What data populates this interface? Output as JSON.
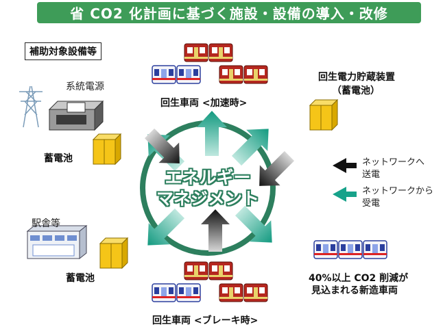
{
  "title": "省 CO2 化計画に基づく施設・設備の導入・改修",
  "box_label": "補助対象設備等",
  "grid_power": "系統電源",
  "battery_left_top": "蓄電池",
  "station": "駅舎等",
  "battery_left_bottom": "蓄電池",
  "regen_accel": "回生車両 <加速時>",
  "regen_brake": "回生車両 <ブレーキ時>",
  "storage_line1": "回生電力貯蔵装置",
  "storage_line2": "（蓄電池）",
  "legend_send_line1": "ネットワークへ",
  "legend_send_line2": "送電",
  "legend_recv_line1": "ネットワークから",
  "legend_recv_line2": "受電",
  "center_line1": "エネルギー",
  "center_line2": "マネジメント",
  "new_vehicle_line1": "40%以上 CO2 削減が",
  "new_vehicle_line2": "見込まれる新造車両",
  "colors": {
    "banner": "#3e9c58",
    "teal": "#17a28a",
    "ring": "#2d7f5e",
    "battery": "#f5c518",
    "red_train": "#b5271f",
    "blue_train": "#2b3f9e"
  }
}
